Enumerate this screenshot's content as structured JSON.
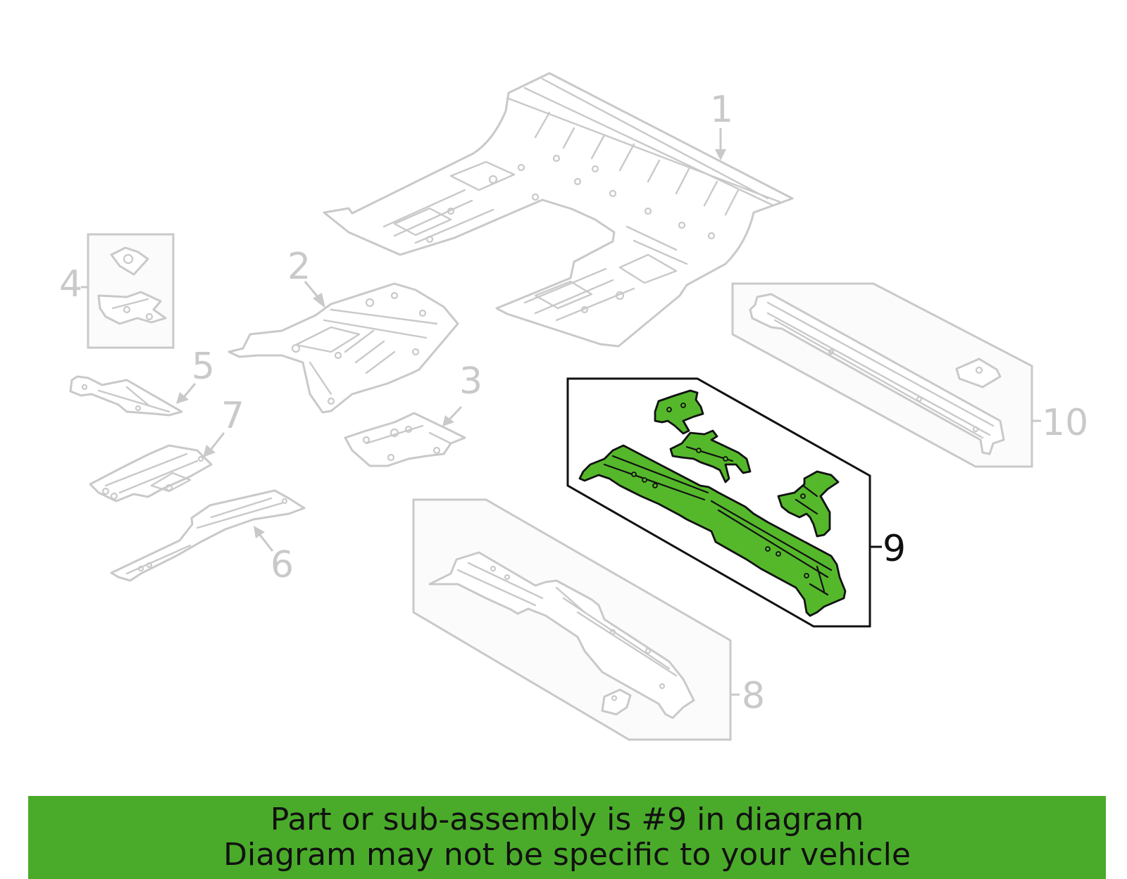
{
  "callouts": {
    "c1": "1",
    "c2": "2",
    "c3": "3",
    "c4": "4",
    "c5": "5",
    "c6": "6",
    "c7": "7",
    "c8": "8",
    "c9": "9",
    "c10": "10"
  },
  "highlighted_part": "9",
  "banner": {
    "line1": "Part or sub-assembly is #9 in diagram",
    "line2": "Diagram may not be specific to your vehicle"
  },
  "colors": {
    "highlight_fill": "#55b82b",
    "banner_background": "#4aab2a",
    "inactive_linework": "#c9c9c9"
  }
}
